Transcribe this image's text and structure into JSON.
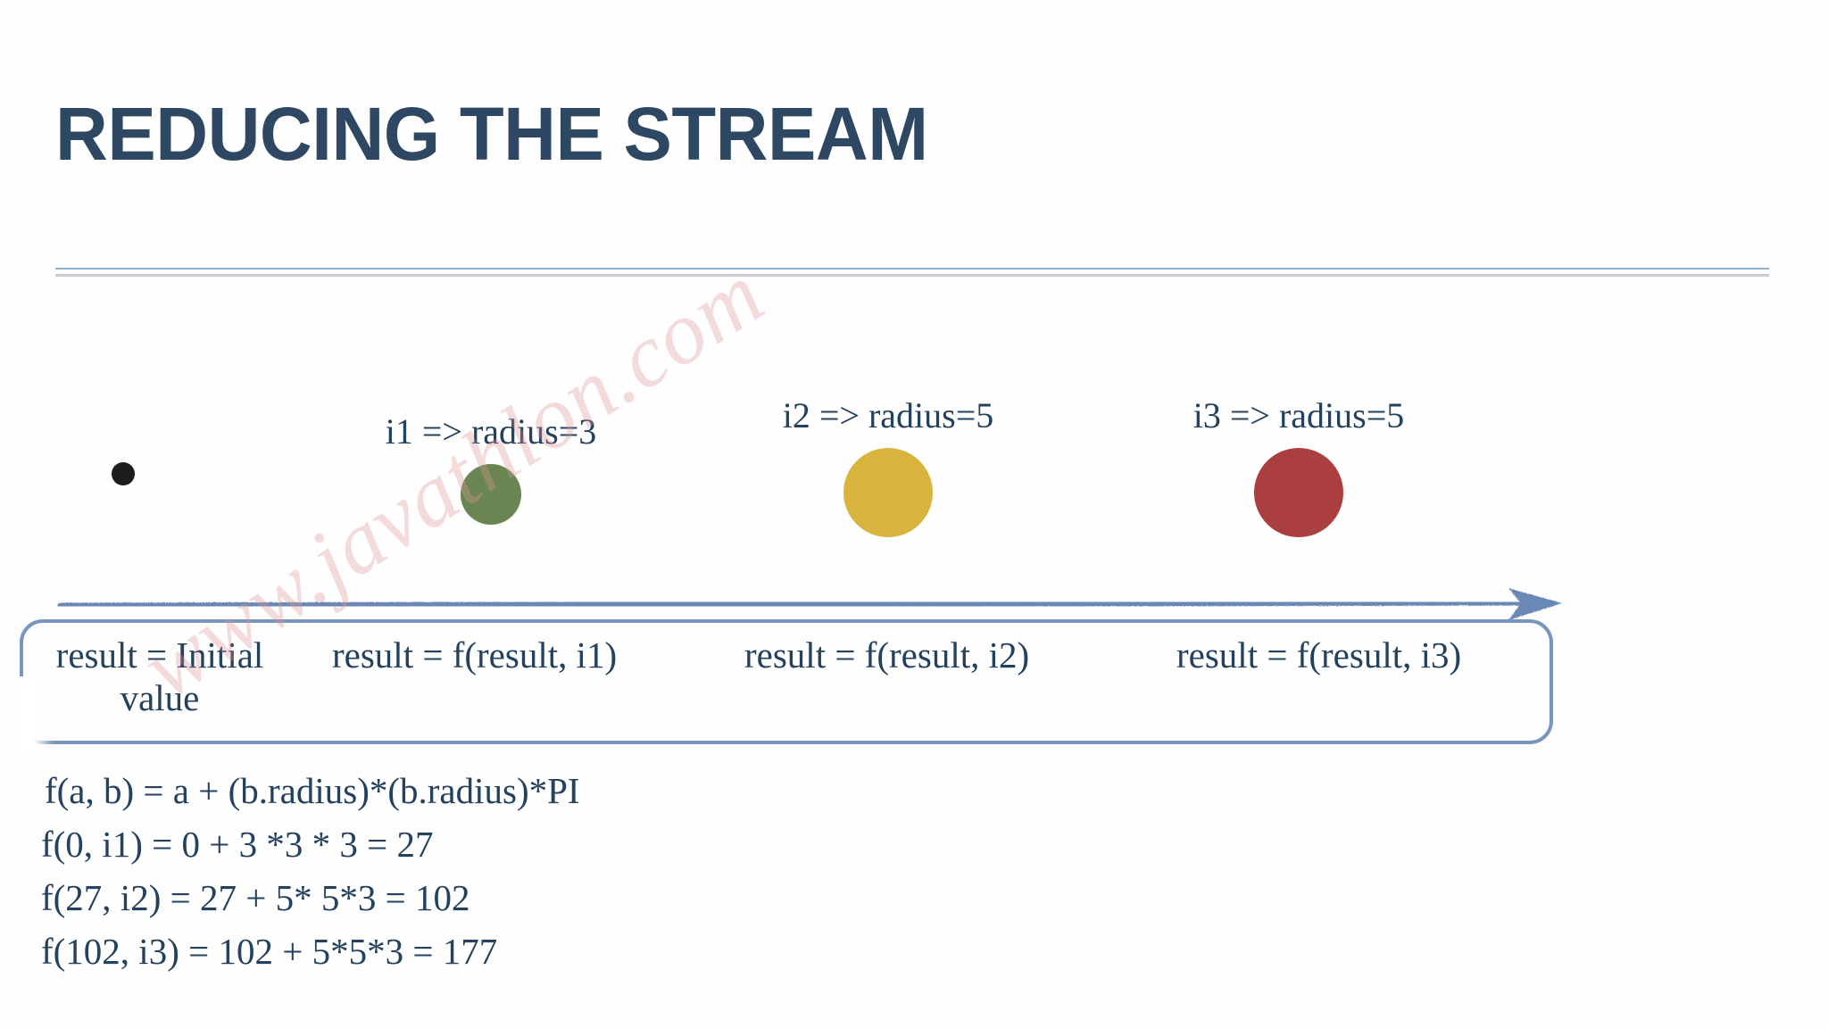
{
  "slide": {
    "title": "REDUCING THE STREAM",
    "background_color": "#fefefe",
    "title_color": "#2e4763",
    "text_color": "#24415e"
  },
  "divider": {
    "top_rule_color": "#95aed0",
    "bottom_rule_color": "#c9cdd3"
  },
  "watermark": {
    "text": "www.javathlon.com",
    "color": "#e29696"
  },
  "bullet": {
    "color": "#1d1d1d"
  },
  "stream_items": [
    {
      "label": "i1 => radius=3",
      "id": "i1",
      "radius": 3,
      "color": "#6b8552",
      "color_name": "green"
    },
    {
      "label": "i2 => radius=5",
      "id": "i2",
      "radius": 5,
      "color": "#d8b43e",
      "color_name": "yellow"
    },
    {
      "label": "i3 => radius=5",
      "id": "i3",
      "radius": 5,
      "color": "#ab3f3f",
      "color_name": "red"
    }
  ],
  "arrow": {
    "color": "#6b88b5"
  },
  "result_box": {
    "border_color": "#7a95bd",
    "steps": [
      "result = Initial value",
      "result = f(result, i1)",
      "result = f(result, i2)",
      "result = f(result, i3)"
    ]
  },
  "formulas": [
    "f(a, b) = a + (b.radius)*(b.radius)*PI",
    "f(0, i1) = 0 + 3 *3 * 3 = 27",
    "f(27, i2) = 27 + 5* 5*3 = 102",
    "f(102, i3) = 102 + 5*5*3 = 177"
  ]
}
